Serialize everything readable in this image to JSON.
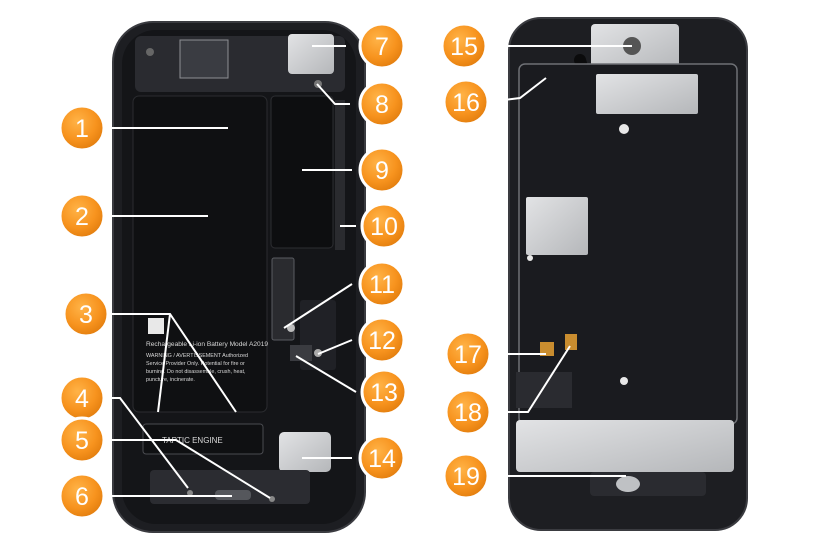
{
  "battery": {
    "model_line": "Rechargeable Li-ion Battery  Model A2019",
    "warning_line_1": "WARNING / AVERTISSEMENT Authorized",
    "warning_line_2": "Service Provider Only. Potential for fire or",
    "warning_line_3": "burning. Do not disassemble, crush, heat,",
    "warning_line_4": "puncture, incinerate."
  },
  "taptic": {
    "label": "TAPTIC ENGINE"
  },
  "callouts": [
    {
      "num": "1"
    },
    {
      "num": "2"
    },
    {
      "num": "3"
    },
    {
      "num": "4"
    },
    {
      "num": "5"
    },
    {
      "num": "6"
    },
    {
      "num": "7"
    },
    {
      "num": "8"
    },
    {
      "num": "9"
    },
    {
      "num": "10"
    },
    {
      "num": "11"
    },
    {
      "num": "12"
    },
    {
      "num": "13"
    },
    {
      "num": "14"
    },
    {
      "num": "15"
    },
    {
      "num": "16"
    },
    {
      "num": "17"
    },
    {
      "num": "18"
    },
    {
      "num": "19"
    }
  ],
  "colors": {
    "callout_fill": "#f7931e",
    "callout_ring": "#ffffff",
    "leader_line": "#ffffff",
    "phone_frame": "#1d1e22",
    "phone_interior": "#141518",
    "shield_metal": "#c9cbce"
  }
}
